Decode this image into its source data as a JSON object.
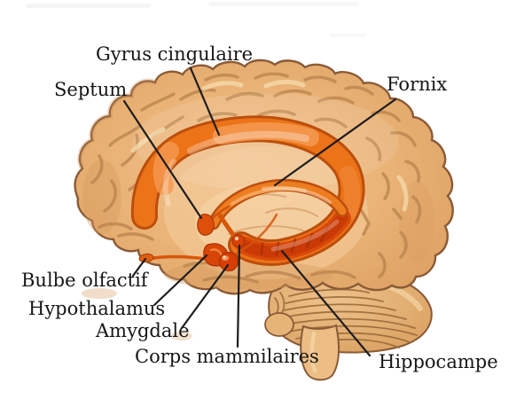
{
  "labels": {
    "gyrus_cingulaire": "Gyrus cingulaire",
    "septum": "Septum",
    "fornix": "Fornix",
    "bulbe_olfactif": "Bulbe olfactif",
    "hypothalamus": "Hypothalamus",
    "amygdale": "Amygdale",
    "corps_mammilaires": "Corps mammilaires",
    "hippocampe": "Hippocampe"
  },
  "colors": {
    "background": "#ffffff",
    "brain_tan": "#E9B175",
    "brain_highlight": "#F6D4A6",
    "brain_shadow": "#C08349",
    "outline_brown": "#8A5A36",
    "limbic_orange": "#EC7318",
    "limbic_red": "#D63E06",
    "leader_line": "#1d1d1d",
    "label_text": "#161616"
  }
}
